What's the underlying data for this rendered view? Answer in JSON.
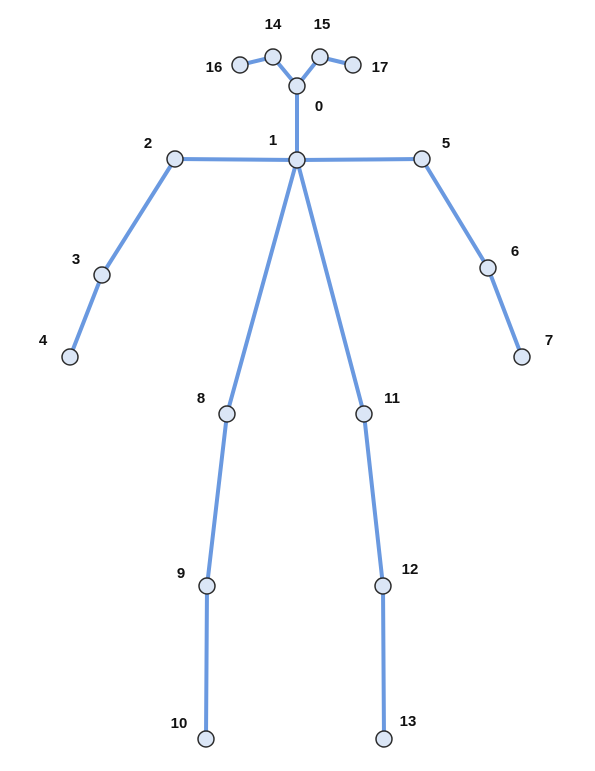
{
  "skeleton": {
    "line_color": "#6a99e0",
    "joint_fill": "#dbe6f6",
    "joint_stroke": "#2b2b2b",
    "keypoints": [
      {
        "id": "0",
        "label": "0"
      },
      {
        "id": "1",
        "label": "1"
      },
      {
        "id": "2",
        "label": "2"
      },
      {
        "id": "3",
        "label": "3"
      },
      {
        "id": "4",
        "label": "4"
      },
      {
        "id": "5",
        "label": "5"
      },
      {
        "id": "6",
        "label": "6"
      },
      {
        "id": "7",
        "label": "7"
      },
      {
        "id": "8",
        "label": "8"
      },
      {
        "id": "9",
        "label": "9"
      },
      {
        "id": "10",
        "label": "10"
      },
      {
        "id": "11",
        "label": "11"
      },
      {
        "id": "12",
        "label": "12"
      },
      {
        "id": "13",
        "label": "13"
      },
      {
        "id": "14",
        "label": "14"
      },
      {
        "id": "15",
        "label": "15"
      },
      {
        "id": "16",
        "label": "16"
      },
      {
        "id": "17",
        "label": "17"
      }
    ],
    "connections": [
      [
        "1",
        "0"
      ],
      [
        "0",
        "14"
      ],
      [
        "14",
        "16"
      ],
      [
        "0",
        "15"
      ],
      [
        "15",
        "17"
      ],
      [
        "1",
        "2"
      ],
      [
        "2",
        "3"
      ],
      [
        "3",
        "4"
      ],
      [
        "1",
        "5"
      ],
      [
        "5",
        "6"
      ],
      [
        "6",
        "7"
      ],
      [
        "1",
        "8"
      ],
      [
        "8",
        "9"
      ],
      [
        "9",
        "10"
      ],
      [
        "1",
        "11"
      ],
      [
        "11",
        "12"
      ],
      [
        "12",
        "13"
      ]
    ]
  }
}
